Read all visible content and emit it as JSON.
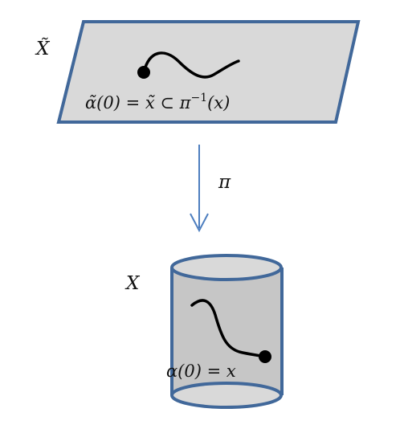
{
  "colors": {
    "plane_fill": "#d9d9d9",
    "plane_stroke": "#41689a",
    "cylinder_fill": "#c6c6c6",
    "cylinder_top_fill": "#d9d9d9",
    "cylinder_stroke": "#41689a",
    "arrow": "#4d7ebf",
    "curve": "#000000"
  },
  "labels": {
    "covering_space": "X̃",
    "covering_point": "α̃(0) = x̃ ⊂ π",
    "covering_point_exponent": "−1",
    "covering_point_arg": "(x)",
    "projection": "π",
    "base_space": "X",
    "base_point": "α(0) = x"
  }
}
